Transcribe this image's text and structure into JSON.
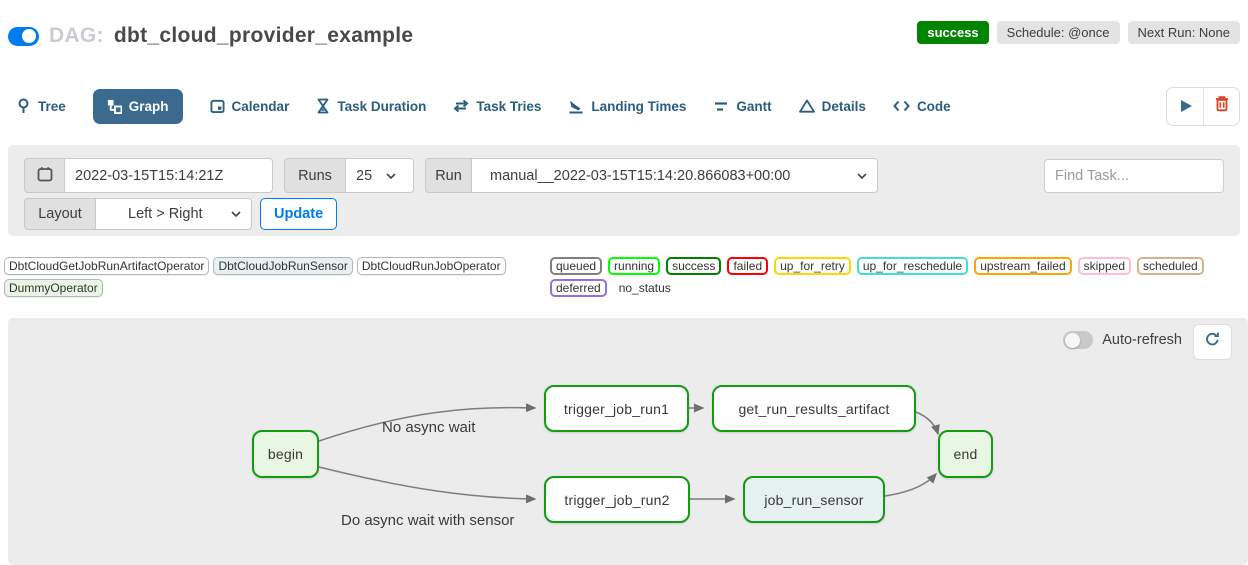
{
  "colors": {
    "accent": "#017cee",
    "tabblue": "#2b5d7e",
    "pill": "#3a6b8f",
    "success": "#018401",
    "nodeborder": "#119c11",
    "trashred": "#e0401f",
    "edgegray": "#7d7d7d",
    "panelgray": "#ececec",
    "badgegray": "#e3e3e3"
  },
  "header": {
    "dag_prefix": "DAG:",
    "dag_title": "dbt_cloud_provider_example",
    "status_badge": "success",
    "schedule_badge": "Schedule: @once",
    "next_run_badge": "Next Run: None"
  },
  "tabs": [
    {
      "label": "Tree",
      "icon": "tree-pin-icon",
      "active": false
    },
    {
      "label": "Graph",
      "icon": "graph-icon",
      "active": true
    },
    {
      "label": "Calendar",
      "icon": "calendar-icon",
      "active": false
    },
    {
      "label": "Task Duration",
      "icon": "hourglass-icon",
      "active": false
    },
    {
      "label": "Task Tries",
      "icon": "retry-arrows-icon",
      "active": false
    },
    {
      "label": "Landing Times",
      "icon": "plane-landing-icon",
      "active": false
    },
    {
      "label": "Gantt",
      "icon": "gantt-icon",
      "active": false
    },
    {
      "label": "Details",
      "icon": "triangle-icon",
      "active": false
    },
    {
      "label": "Code",
      "icon": "code-icon",
      "active": false
    }
  ],
  "filters": {
    "base_date_value": "2022-03-15T15:14:21Z",
    "runs_label": "Runs",
    "runs_value": "25",
    "run_label": "Run",
    "run_value": "manual__2022-03-15T15:14:20.866083+00:00",
    "find_task_placeholder": "Find Task...",
    "layout_label": "Layout",
    "layout_value": "Left > Right",
    "update_label": "Update"
  },
  "legend": {
    "operators": [
      {
        "label": "DbtCloudGetJobRunArtifactOperator",
        "fill": "#ffffff"
      },
      {
        "label": "DbtCloudJobRunSensor",
        "fill": "#e6f1f2"
      },
      {
        "label": "DbtCloudRunJobOperator",
        "fill": "#ffffff"
      },
      {
        "label": "DummyOperator",
        "fill": "#e8f7e4"
      }
    ],
    "statuses": [
      {
        "label": "queued",
        "border": "#808080"
      },
      {
        "label": "running",
        "border": "#00ff00"
      },
      {
        "label": "success",
        "border": "#008000"
      },
      {
        "label": "failed",
        "border": "#ff0000"
      },
      {
        "label": "up_for_retry",
        "border": "#ffd700"
      },
      {
        "label": "up_for_reschedule",
        "border": "#40e0d0"
      },
      {
        "label": "upstream_failed",
        "border": "#ffa500"
      },
      {
        "label": "skipped",
        "border": "#ffc0cb"
      },
      {
        "label": "scheduled",
        "border": "#d2b48c"
      },
      {
        "label": "deferred",
        "border": "#9370db"
      },
      {
        "label": "no_status",
        "border": "transparent"
      }
    ]
  },
  "graph": {
    "auto_refresh_label": "Auto-refresh",
    "nodes": [
      {
        "id": "begin",
        "label": "begin",
        "fill": "#e8f7e4"
      },
      {
        "id": "trigger_job_run1",
        "label": "trigger_job_run1",
        "fill": "#ffffff"
      },
      {
        "id": "get_run_results_artifact",
        "label": "get_run_results_artifact",
        "fill": "#ffffff"
      },
      {
        "id": "end",
        "label": "end",
        "fill": "#e8f7e4"
      },
      {
        "id": "trigger_job_run2",
        "label": "trigger_job_run2",
        "fill": "#ffffff"
      },
      {
        "id": "job_run_sensor",
        "label": "job_run_sensor",
        "fill": "#e6f1f2"
      }
    ],
    "edges": [
      {
        "from": "begin",
        "to": "trigger_job_run1",
        "label": "No async wait"
      },
      {
        "from": "trigger_job_run1",
        "to": "get_run_results_artifact",
        "label": ""
      },
      {
        "from": "get_run_results_artifact",
        "to": "end",
        "label": ""
      },
      {
        "from": "begin",
        "to": "trigger_job_run2",
        "label": "Do async wait with sensor"
      },
      {
        "from": "trigger_job_run2",
        "to": "job_run_sensor",
        "label": ""
      },
      {
        "from": "job_run_sensor",
        "to": "end",
        "label": ""
      }
    ]
  }
}
